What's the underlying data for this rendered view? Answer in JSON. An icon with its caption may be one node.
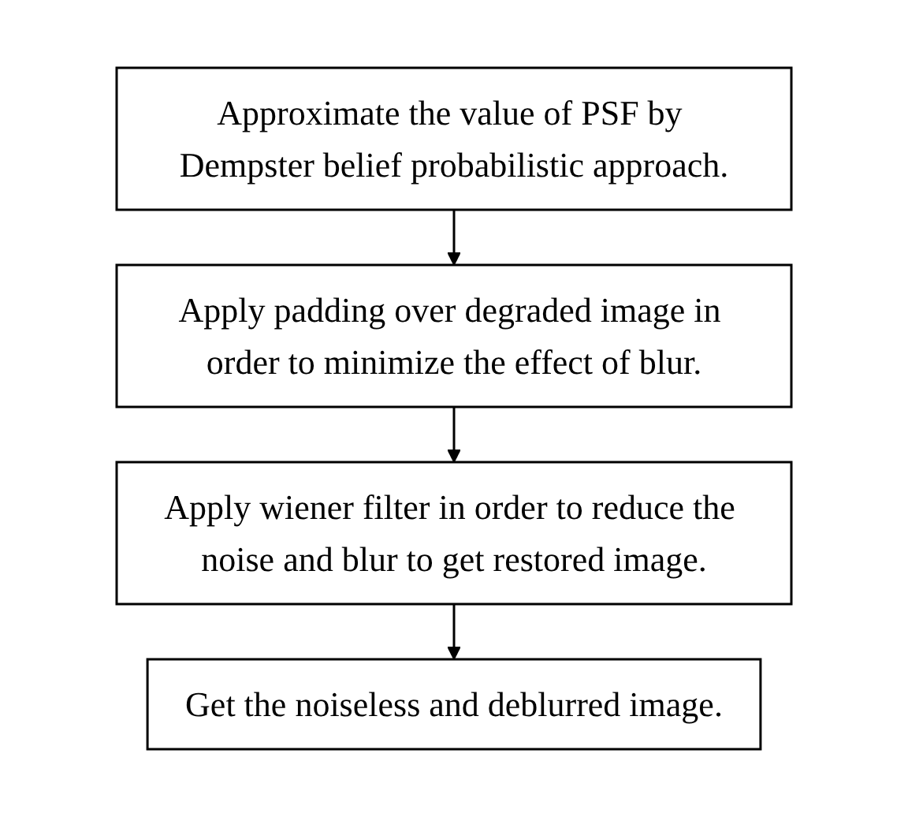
{
  "diagram": {
    "nodes": [
      {
        "text": [
          "Approximate the value of PSF by Dempster belief probabilistic approach."
        ]
      },
      {
        "text": [
          "Apply padding over degraded image in order to minimize the effect of blur."
        ]
      },
      {
        "text": [
          "Apply wiener filter in order to reduce the noise and blur to get restored image."
        ]
      },
      {
        "text": [
          "Get the noiseless and deblurred image."
        ]
      }
    ],
    "edges": [
      {
        "from": 0,
        "to": 1,
        "arrow": "to"
      },
      {
        "from": 1,
        "to": 2,
        "arrow": "to"
      },
      {
        "from": 2,
        "to": 3,
        "arrow": "to"
      }
    ]
  }
}
